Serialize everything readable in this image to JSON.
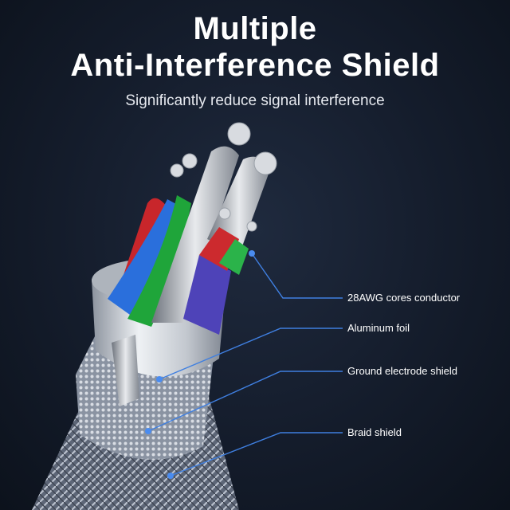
{
  "header": {
    "title_line1": "Multiple",
    "title_line2": "Anti-Interference Shield",
    "subtitle": "Significantly reduce signal interference"
  },
  "callouts": [
    {
      "label": "28AWG cores conductor"
    },
    {
      "label": "Aluminum foil"
    },
    {
      "label": "Ground electrode shield"
    },
    {
      "label": "Braid shield"
    }
  ],
  "colors": {
    "background": "#141c2b",
    "accent_line": "#3f7fe0",
    "red_core": "#d0262a",
    "green_core": "#1faa3a",
    "blue_core": "#2a72e0",
    "purple_core": "#5a4bc8",
    "foil": "#d9dde3",
    "braid": "#8a93a3"
  }
}
